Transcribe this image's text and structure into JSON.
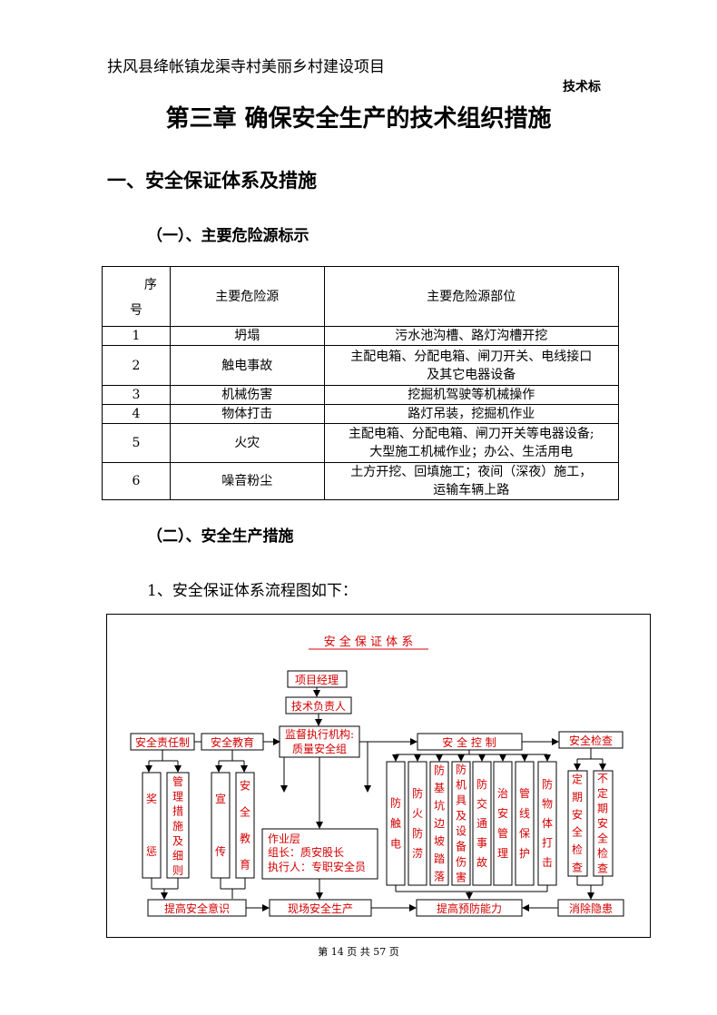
{
  "header": {
    "project": "扶风县绛帐镇龙渠寺村美丽乡村建设项目",
    "tag": "技术标"
  },
  "chapter_title": "第三章  确保安全生产的技术组织措施",
  "section1": "一、安全保证体系及措施",
  "subsection1": "（一）、主要危险源标示",
  "hazard_table": {
    "header": {
      "no_line1": "序",
      "no_line2": "号",
      "source": "主要危险源",
      "location": "主要危险源部位"
    },
    "rows": [
      {
        "no": "1",
        "source": "坍塌",
        "location": [
          "污水池沟槽、路灯沟槽开挖"
        ]
      },
      {
        "no": "2",
        "source": "触电事故",
        "location": [
          "主配电箱、分配电箱、闸刀开关、电线接口",
          "及其它电器设备"
        ]
      },
      {
        "no": "3",
        "source": "机械伤害",
        "location": [
          "挖掘机驾驶等机械操作"
        ]
      },
      {
        "no": "4",
        "source": "物体打击",
        "location": [
          "路灯吊装，挖掘机作业"
        ]
      },
      {
        "no": "5",
        "source": "火灾",
        "location": [
          "主配电箱、分配电箱、闸刀开关等电器设备;",
          "大型施工机械作业；办公、生活用电"
        ]
      },
      {
        "no": "6",
        "source": "噪音粉尘",
        "location": [
          "土方开挖、回填施工；夜间（深夜）施工，",
          "运输车辆上路"
        ]
      }
    ]
  },
  "subsection2": "（二）、安全生产措施",
  "paragraph1": "1、安全保证体系流程图如下：",
  "flowchart": {
    "title": "安 全 保 证 体 系",
    "project_manager": "项目经理",
    "tech_lead": "技术负责人",
    "supervision_line1": "监督执行机构:",
    "supervision_line2": "质量安全组",
    "responsibility": "安全责任制",
    "education": "安全教育",
    "control": "安  全  控  制",
    "inspection": "安全检查",
    "reward": "奖惩",
    "mgmt_rules": "管理措施及细则",
    "publicity": "宣传",
    "safety_edu": "安全教育",
    "controls": [
      "防触电",
      "防火防涝",
      "防基坑边坡踏落",
      "防机具及设备伤害",
      "防交通事故",
      "治安管理",
      "管线保护",
      "防物体打击"
    ],
    "regular_check": "定期安全检查",
    "irregular_check": "不定期安全检查",
    "work_layer_line1": "作业层",
    "work_layer_line2": "组长：质安股长",
    "work_layer_line3": "执行人：专职安全员",
    "awareness": "提高安全意识",
    "site_safety": "现场安全生产",
    "prevention": "提高预防能力",
    "hazard_removal": "消除隐患"
  },
  "footer": "第  14  页  共  57  页",
  "colors": {
    "flow_text": "#d40000",
    "line": "#000000"
  }
}
